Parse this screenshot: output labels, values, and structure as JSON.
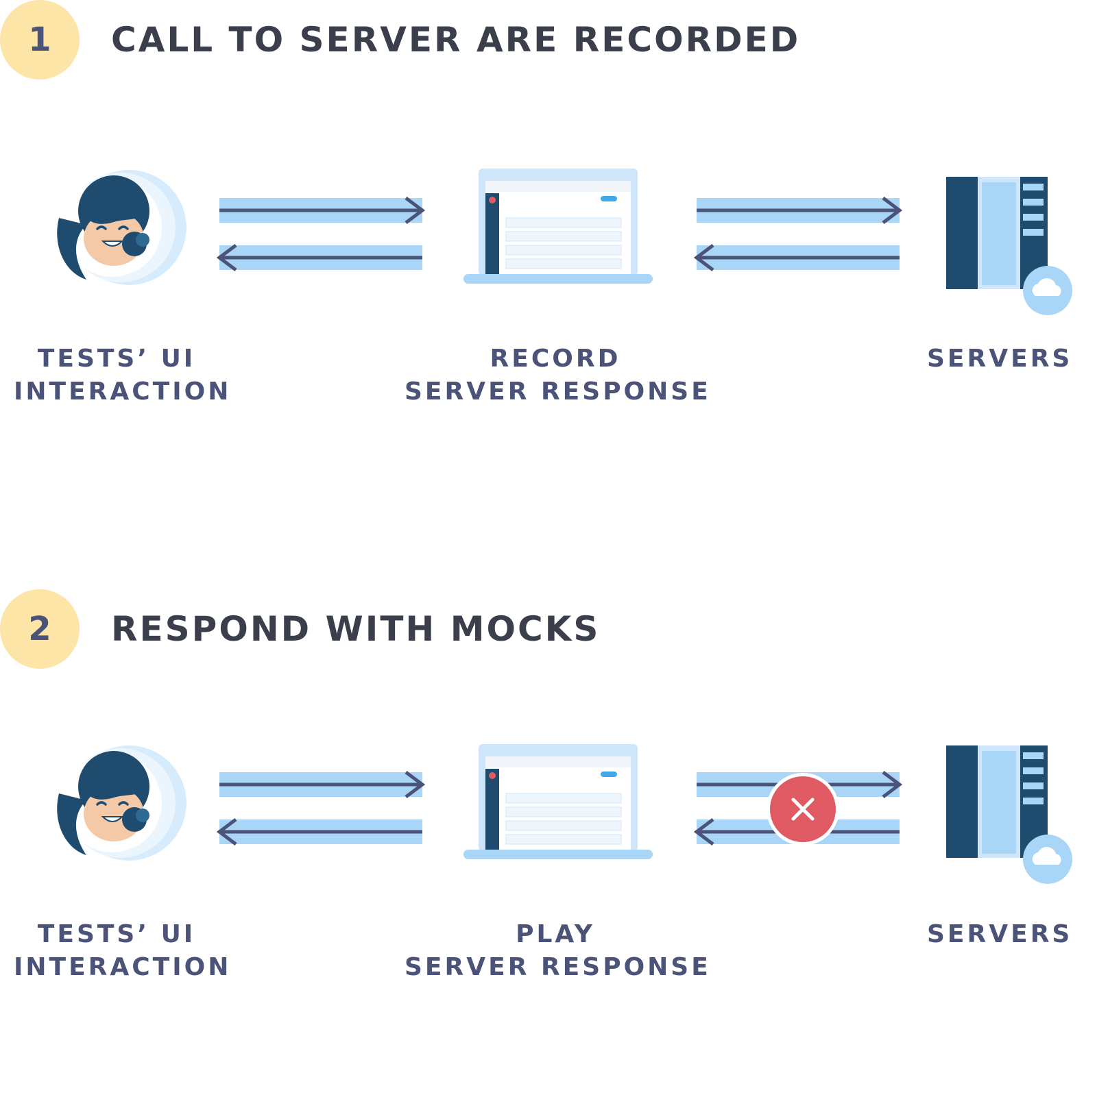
{
  "steps": [
    {
      "number": "1",
      "title": "CALL TO SERVER ARE RECORDED",
      "client_label": [
        "TESTS’ UI",
        "INTERACTION"
      ],
      "middle_label": [
        "RECORD",
        "SERVER RESPONSE"
      ],
      "server_label": [
        "SERVERS"
      ],
      "server_link_blocked": false
    },
    {
      "number": "2",
      "title": "RESPOND WITH MOCKS",
      "client_label": [
        "TESTS’ UI",
        "INTERACTION"
      ],
      "middle_label": [
        "PLAY",
        "SERVER RESPONSE"
      ],
      "server_label": [
        "SERVERS"
      ],
      "server_link_blocked": true
    }
  ],
  "colors": {
    "badge": "#fde5a8",
    "arrow_band": "#a9d6f7",
    "arrow_line": "#4b5378",
    "label": "#4b5378",
    "heading": "#3b3f4c",
    "blocked": "#e05a64"
  },
  "icons": [
    "person-icon",
    "laptop-icon",
    "server-icon",
    "cloud-icon",
    "close-icon"
  ]
}
